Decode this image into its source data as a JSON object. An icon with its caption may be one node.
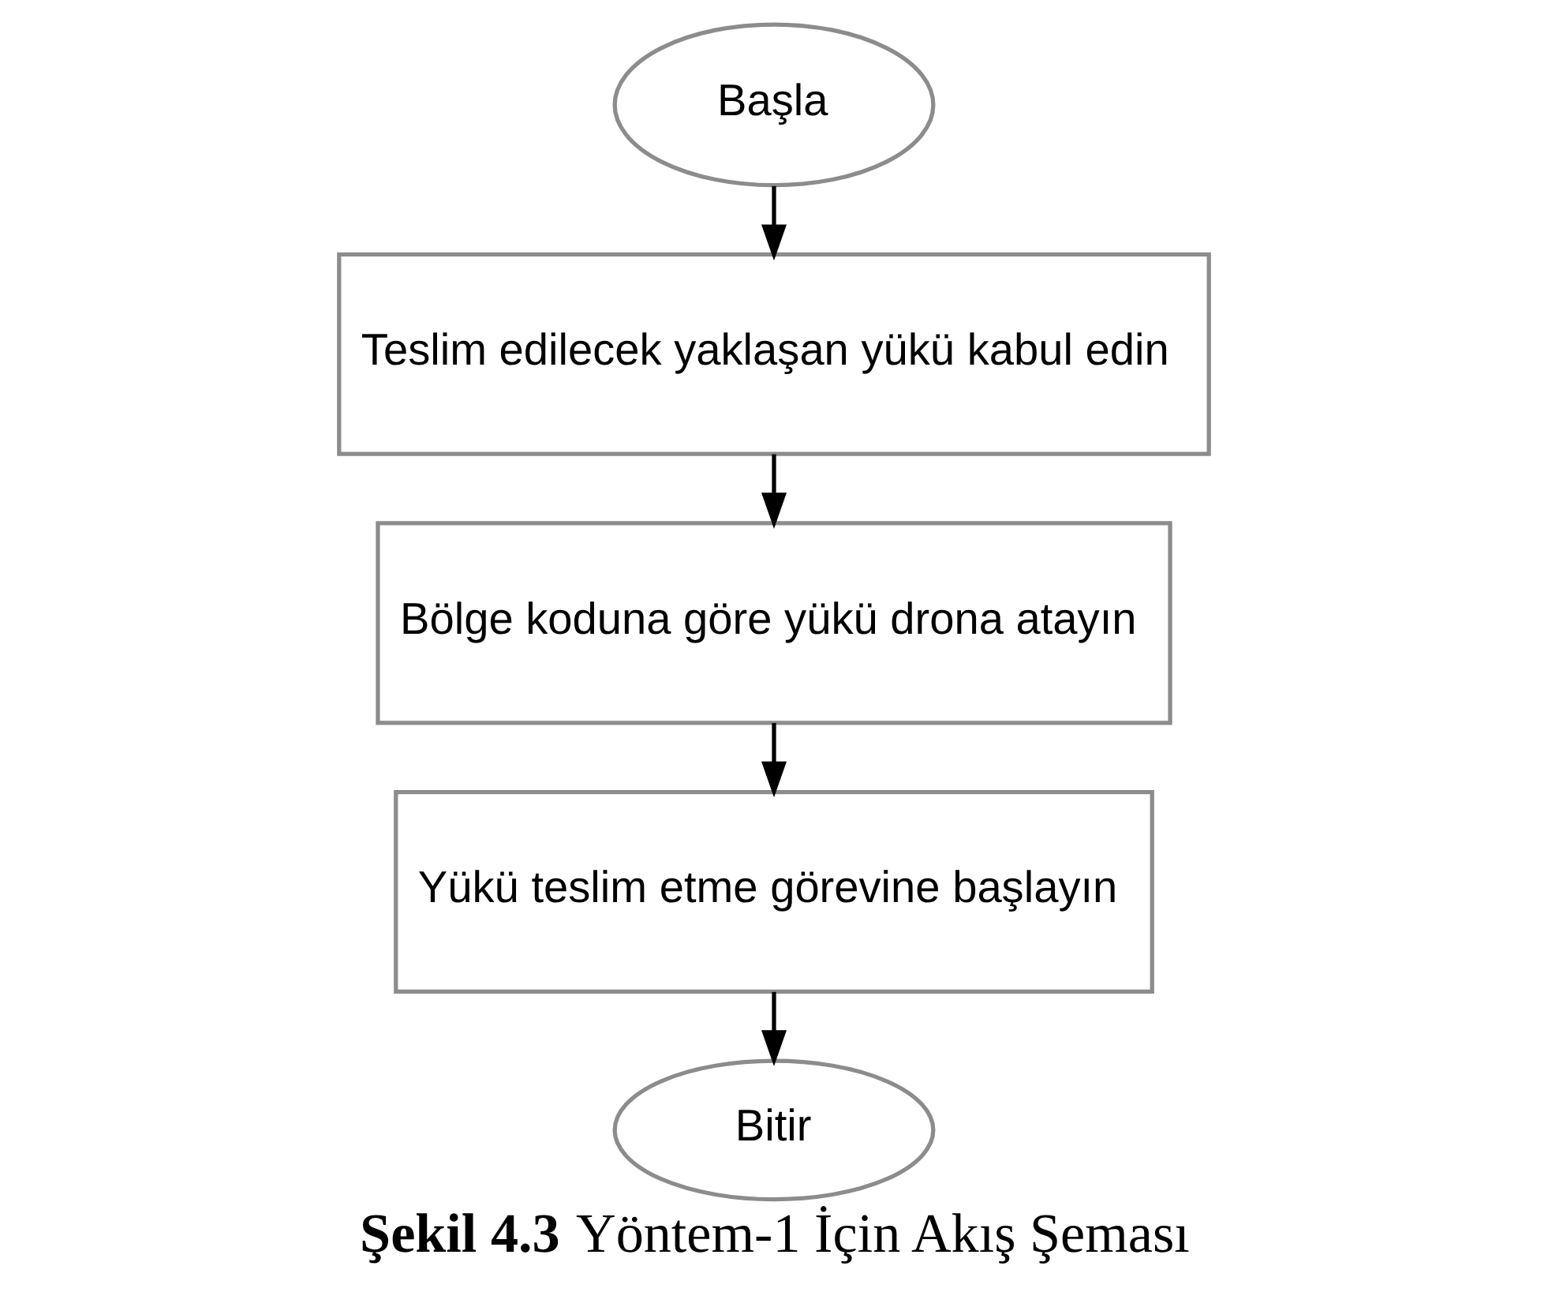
{
  "diagram": {
    "caption": "**Şekil 4.3** Yöntem-1 İçin Akış Şeması",
    "nodes": [
      {
        "text": [
          "Başla"
        ]
      },
      {
        "text": [
          "Teslim edilecek yaklaşan yükü kabul edin"
        ]
      },
      {
        "text": [
          "Bölge koduna göre yükü drona atayın"
        ]
      },
      {
        "text": [
          "Yükü teslim etme görevine başlayın"
        ]
      },
      {
        "text": [
          "Bitir"
        ]
      }
    ],
    "edges": [
      {
        "from": 0,
        "to": 1,
        "arrow": "to"
      },
      {
        "from": 1,
        "to": 2,
        "arrow": "to"
      },
      {
        "from": 2,
        "to": 3,
        "arrow": "to"
      },
      {
        "from": 3,
        "to": 4,
        "arrow": "to"
      }
    ]
  }
}
